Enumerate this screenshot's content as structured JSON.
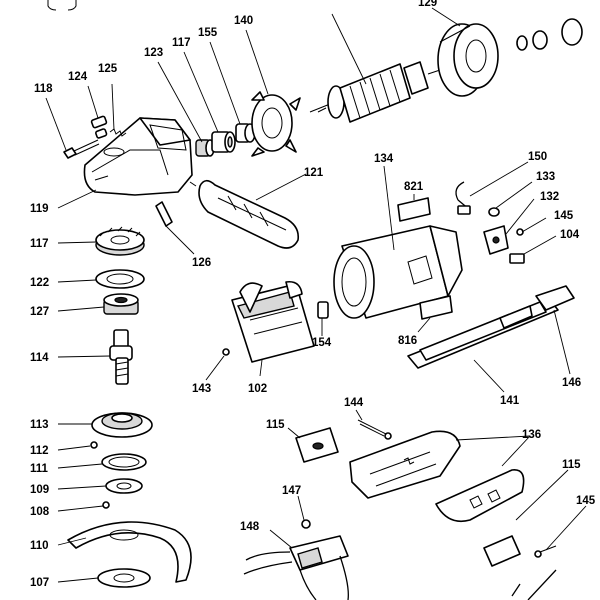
{
  "parts": [
    {
      "id": "p118",
      "label": "118"
    },
    {
      "id": "p124",
      "label": "124"
    },
    {
      "id": "p125",
      "label": "125"
    },
    {
      "id": "p123",
      "label": "123"
    },
    {
      "id": "p117a",
      "label": "117"
    },
    {
      "id": "p155",
      "label": "155"
    },
    {
      "id": "p140",
      "label": "140"
    },
    {
      "id": "p129",
      "label": "129"
    },
    {
      "id": "p119",
      "label": "119"
    },
    {
      "id": "p121",
      "label": "121"
    },
    {
      "id": "p126",
      "label": "126"
    },
    {
      "id": "p117b",
      "label": "117"
    },
    {
      "id": "p122",
      "label": "122"
    },
    {
      "id": "p127",
      "label": "127"
    },
    {
      "id": "p114",
      "label": "114"
    },
    {
      "id": "p113",
      "label": "113"
    },
    {
      "id": "p112",
      "label": "112"
    },
    {
      "id": "p111",
      "label": "111"
    },
    {
      "id": "p109",
      "label": "109"
    },
    {
      "id": "p108",
      "label": "108"
    },
    {
      "id": "p110",
      "label": "110"
    },
    {
      "id": "p107",
      "label": "107"
    },
    {
      "id": "p134",
      "label": "134"
    },
    {
      "id": "p821",
      "label": "821"
    },
    {
      "id": "p150",
      "label": "150"
    },
    {
      "id": "p133",
      "label": "133"
    },
    {
      "id": "p132",
      "label": "132"
    },
    {
      "id": "p145a",
      "label": "145"
    },
    {
      "id": "p104",
      "label": "104"
    },
    {
      "id": "p154",
      "label": "154"
    },
    {
      "id": "p816",
      "label": "816"
    },
    {
      "id": "p143",
      "label": "143"
    },
    {
      "id": "p102",
      "label": "102"
    },
    {
      "id": "p141",
      "label": "141"
    },
    {
      "id": "p146",
      "label": "146"
    },
    {
      "id": "p144",
      "label": "144"
    },
    {
      "id": "p115a",
      "label": "115"
    },
    {
      "id": "p136",
      "label": "136"
    },
    {
      "id": "p115b",
      "label": "115"
    },
    {
      "id": "p147",
      "label": "147"
    },
    {
      "id": "p148",
      "label": "148"
    },
    {
      "id": "p145b",
      "label": "145"
    }
  ]
}
